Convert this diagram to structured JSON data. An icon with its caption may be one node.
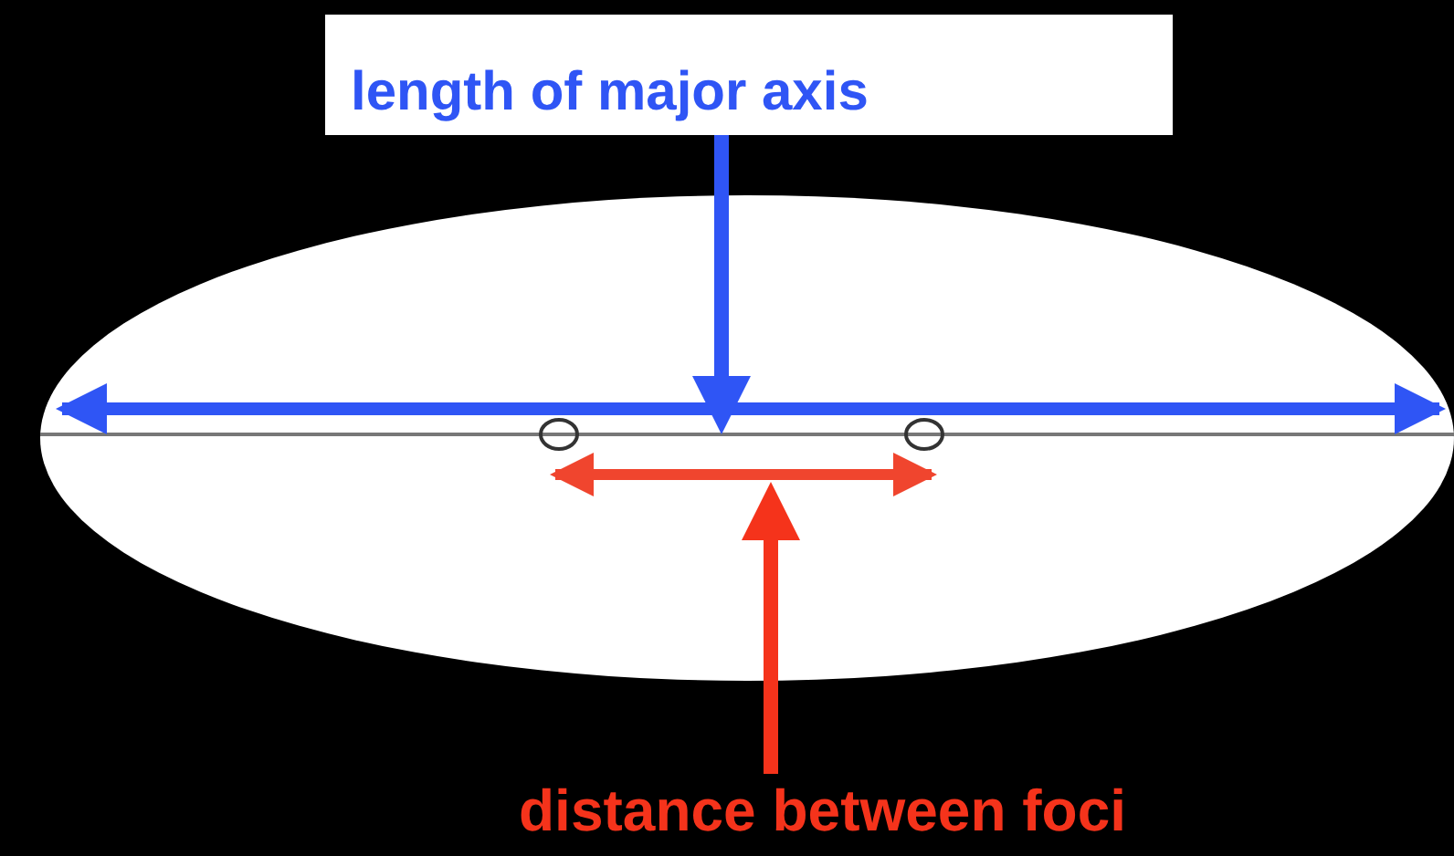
{
  "diagram": {
    "nodes": [
      {
        "text": [
          "length of major axis"
        ]
      },
      {
        "text": [
          "distance between foci"
        ]
      }
    ],
    "edges": [
      {
        "from": 0,
        "to": null,
        "arrow": "to",
        "color": "#2f55f5"
      },
      {
        "from": 1,
        "to": null,
        "arrow": "to",
        "color": "#f5331b"
      }
    ]
  }
}
